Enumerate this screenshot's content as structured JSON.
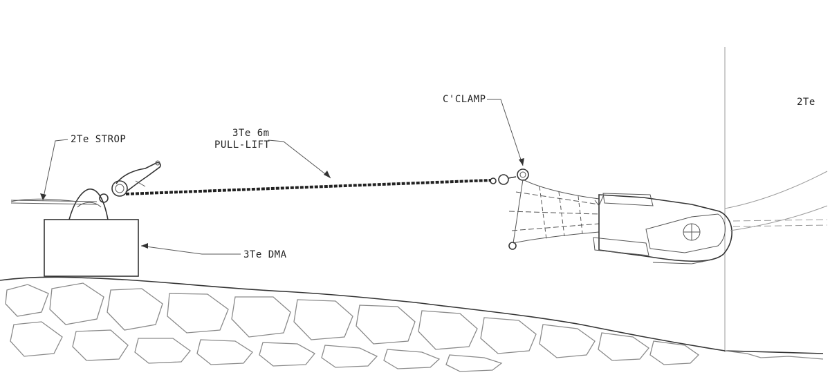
{
  "labels": {
    "strop": "2Te STROP",
    "pull_lift_line1": "3Te 6m",
    "pull_lift_line2": "PULL-LIFT",
    "c_clamp": "C'CLAMP",
    "dma": "3Te DMA",
    "right_rating": "2Te"
  }
}
